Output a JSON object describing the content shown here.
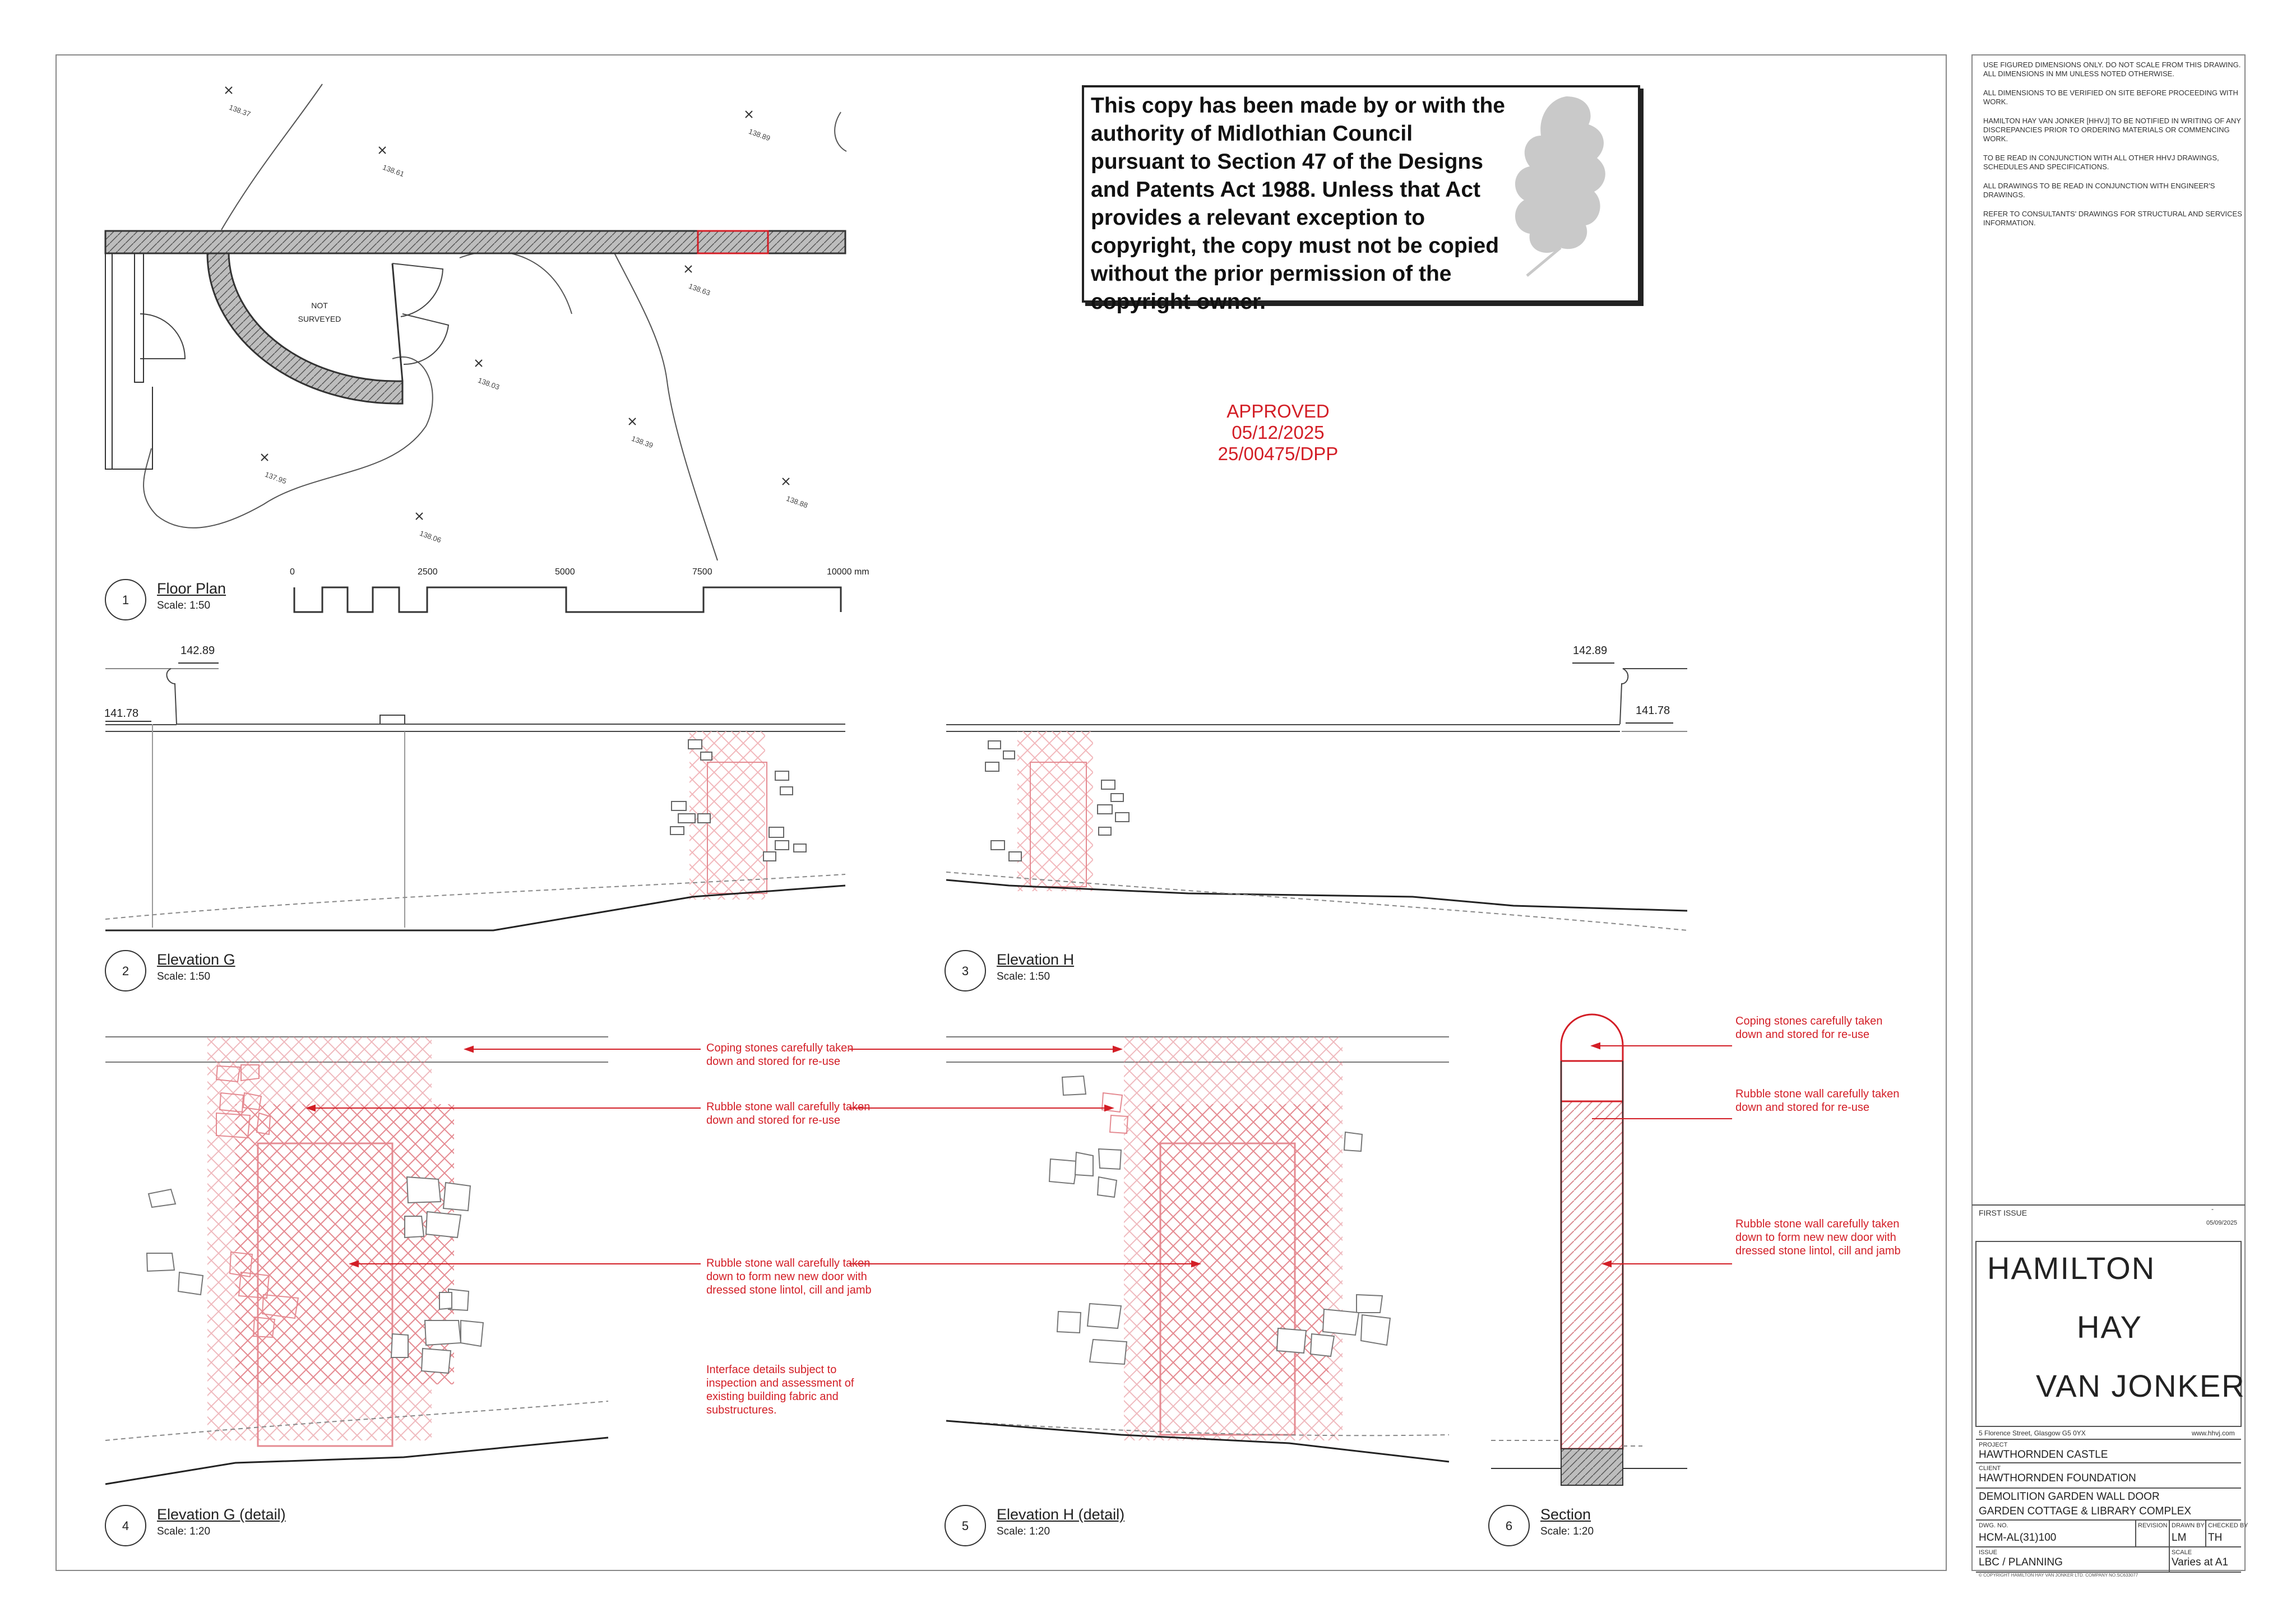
{
  "copyright_notice": "This copy has been made by or with the authority of Midlothian Council pursuant to Section 47 of the Designs and Patents Act 1988. Unless that Act provides a relevant exception to copyright, the copy must not be copied without the prior permission of the copyright owner.",
  "stamp": {
    "status": "APPROVED",
    "date": "05/12/2025",
    "reference": "25/00475/DPP"
  },
  "floor_plan": {
    "not_surveyed": "NOT SURVEYED",
    "spot_levels": [
      "138.37",
      "138.61",
      "138.89",
      "138.63",
      "138.03",
      "138.39",
      "137.95",
      "138.06",
      "138.88"
    ]
  },
  "scale_bar": {
    "ticks": [
      "0",
      "2500",
      "5000",
      "7500",
      "10000 mm"
    ]
  },
  "views": [
    {
      "number": "1",
      "title": "Floor Plan",
      "scale": "Scale: 1:50"
    },
    {
      "number": "2",
      "title": "Elevation G",
      "scale": "Scale: 1:50"
    },
    {
      "number": "3",
      "title": "Elevation H",
      "scale": "Scale: 1:50"
    },
    {
      "number": "4",
      "title": "Elevation G (detail)",
      "scale": "Scale: 1:20"
    },
    {
      "number": "5",
      "title": "Elevation H (detail)",
      "scale": "Scale: 1:20"
    },
    {
      "number": "6",
      "title": "Section",
      "scale": "Scale: 1:20"
    }
  ],
  "levels": {
    "top": "142.89",
    "coping": "141.78"
  },
  "annotations": {
    "coping": "Coping stones carefully taken down and stored for re-use",
    "rubble_stored": "Rubble stone wall carefully taken down and stored for re-use",
    "rubble_door": "Rubble stone wall carefully taken down to form new new door with dressed stone lintol, cill and jamb",
    "interface": "Interface details subject to inspection and assessment of existing building fabric and substructures."
  },
  "general_notes": [
    "USE FIGURED DIMENSIONS ONLY. DO NOT SCALE FROM THIS DRAWING. ALL DIMENSIONS IN MM UNLESS NOTED OTHERWISE.",
    "ALL DIMENSIONS TO BE VERIFIED ON SITE BEFORE PROCEEDING WITH WORK.",
    "HAMILTON HAY VAN JONKER [HHVJ] TO BE NOTIFIED IN WRITING OF ANY DISCREPANCIES PRIOR TO ORDERING MATERIALS OR COMMENCING WORK.",
    "TO BE READ IN CONJUNCTION WITH ALL OTHER HHVJ DRAWINGS, SCHEDULES AND SPECIFICATIONS.",
    "ALL DRAWINGS TO BE READ IN CONJUNCTION WITH ENGINEER'S DRAWINGS.",
    "REFER TO CONSULTANTS' DRAWINGS FOR STRUCTURAL AND SERVICES INFORMATION."
  ],
  "revision": {
    "label": "FIRST ISSUE",
    "mark": "-",
    "date": "05/09/2025"
  },
  "title_block": {
    "logo": [
      "HAMILTON",
      "HAY",
      "VAN JONKER"
    ],
    "address": "5 Florence Street, Glasgow G5 0YX",
    "website": "www.hhvj.com",
    "project_label": "PROJECT",
    "project": "HAWTHORNDEN CASTLE",
    "client_label": "CLIENT",
    "client": "HAWTHORNDEN FOUNDATION",
    "title_lines": [
      "DEMOLITION GARDEN WALL DOOR",
      "GARDEN COTTAGE & LIBRARY COMPLEX"
    ],
    "dwg_label": "DWG. NO.",
    "dwg": "HCM-AL(31)100",
    "revision_label": "REVISION",
    "revision": "",
    "drawn_label": "DRAWN BY",
    "drawn": "LM",
    "checked_label": "CHECKED BY",
    "checked": "TH",
    "issue_label": "ISSUE",
    "issue": "LBC / PLANNING",
    "scale_label": "SCALE",
    "scale": "Varies at A1",
    "copyright": "© COPYRIGHT HAMILTON HAY VAN JONKER LTD. COMPANY NO.SC633077"
  },
  "colors": {
    "ink": "#222222",
    "markup": "#d31e26",
    "hatch_light": "#f2b8bc",
    "wall_fill": "#9a9a9a"
  }
}
